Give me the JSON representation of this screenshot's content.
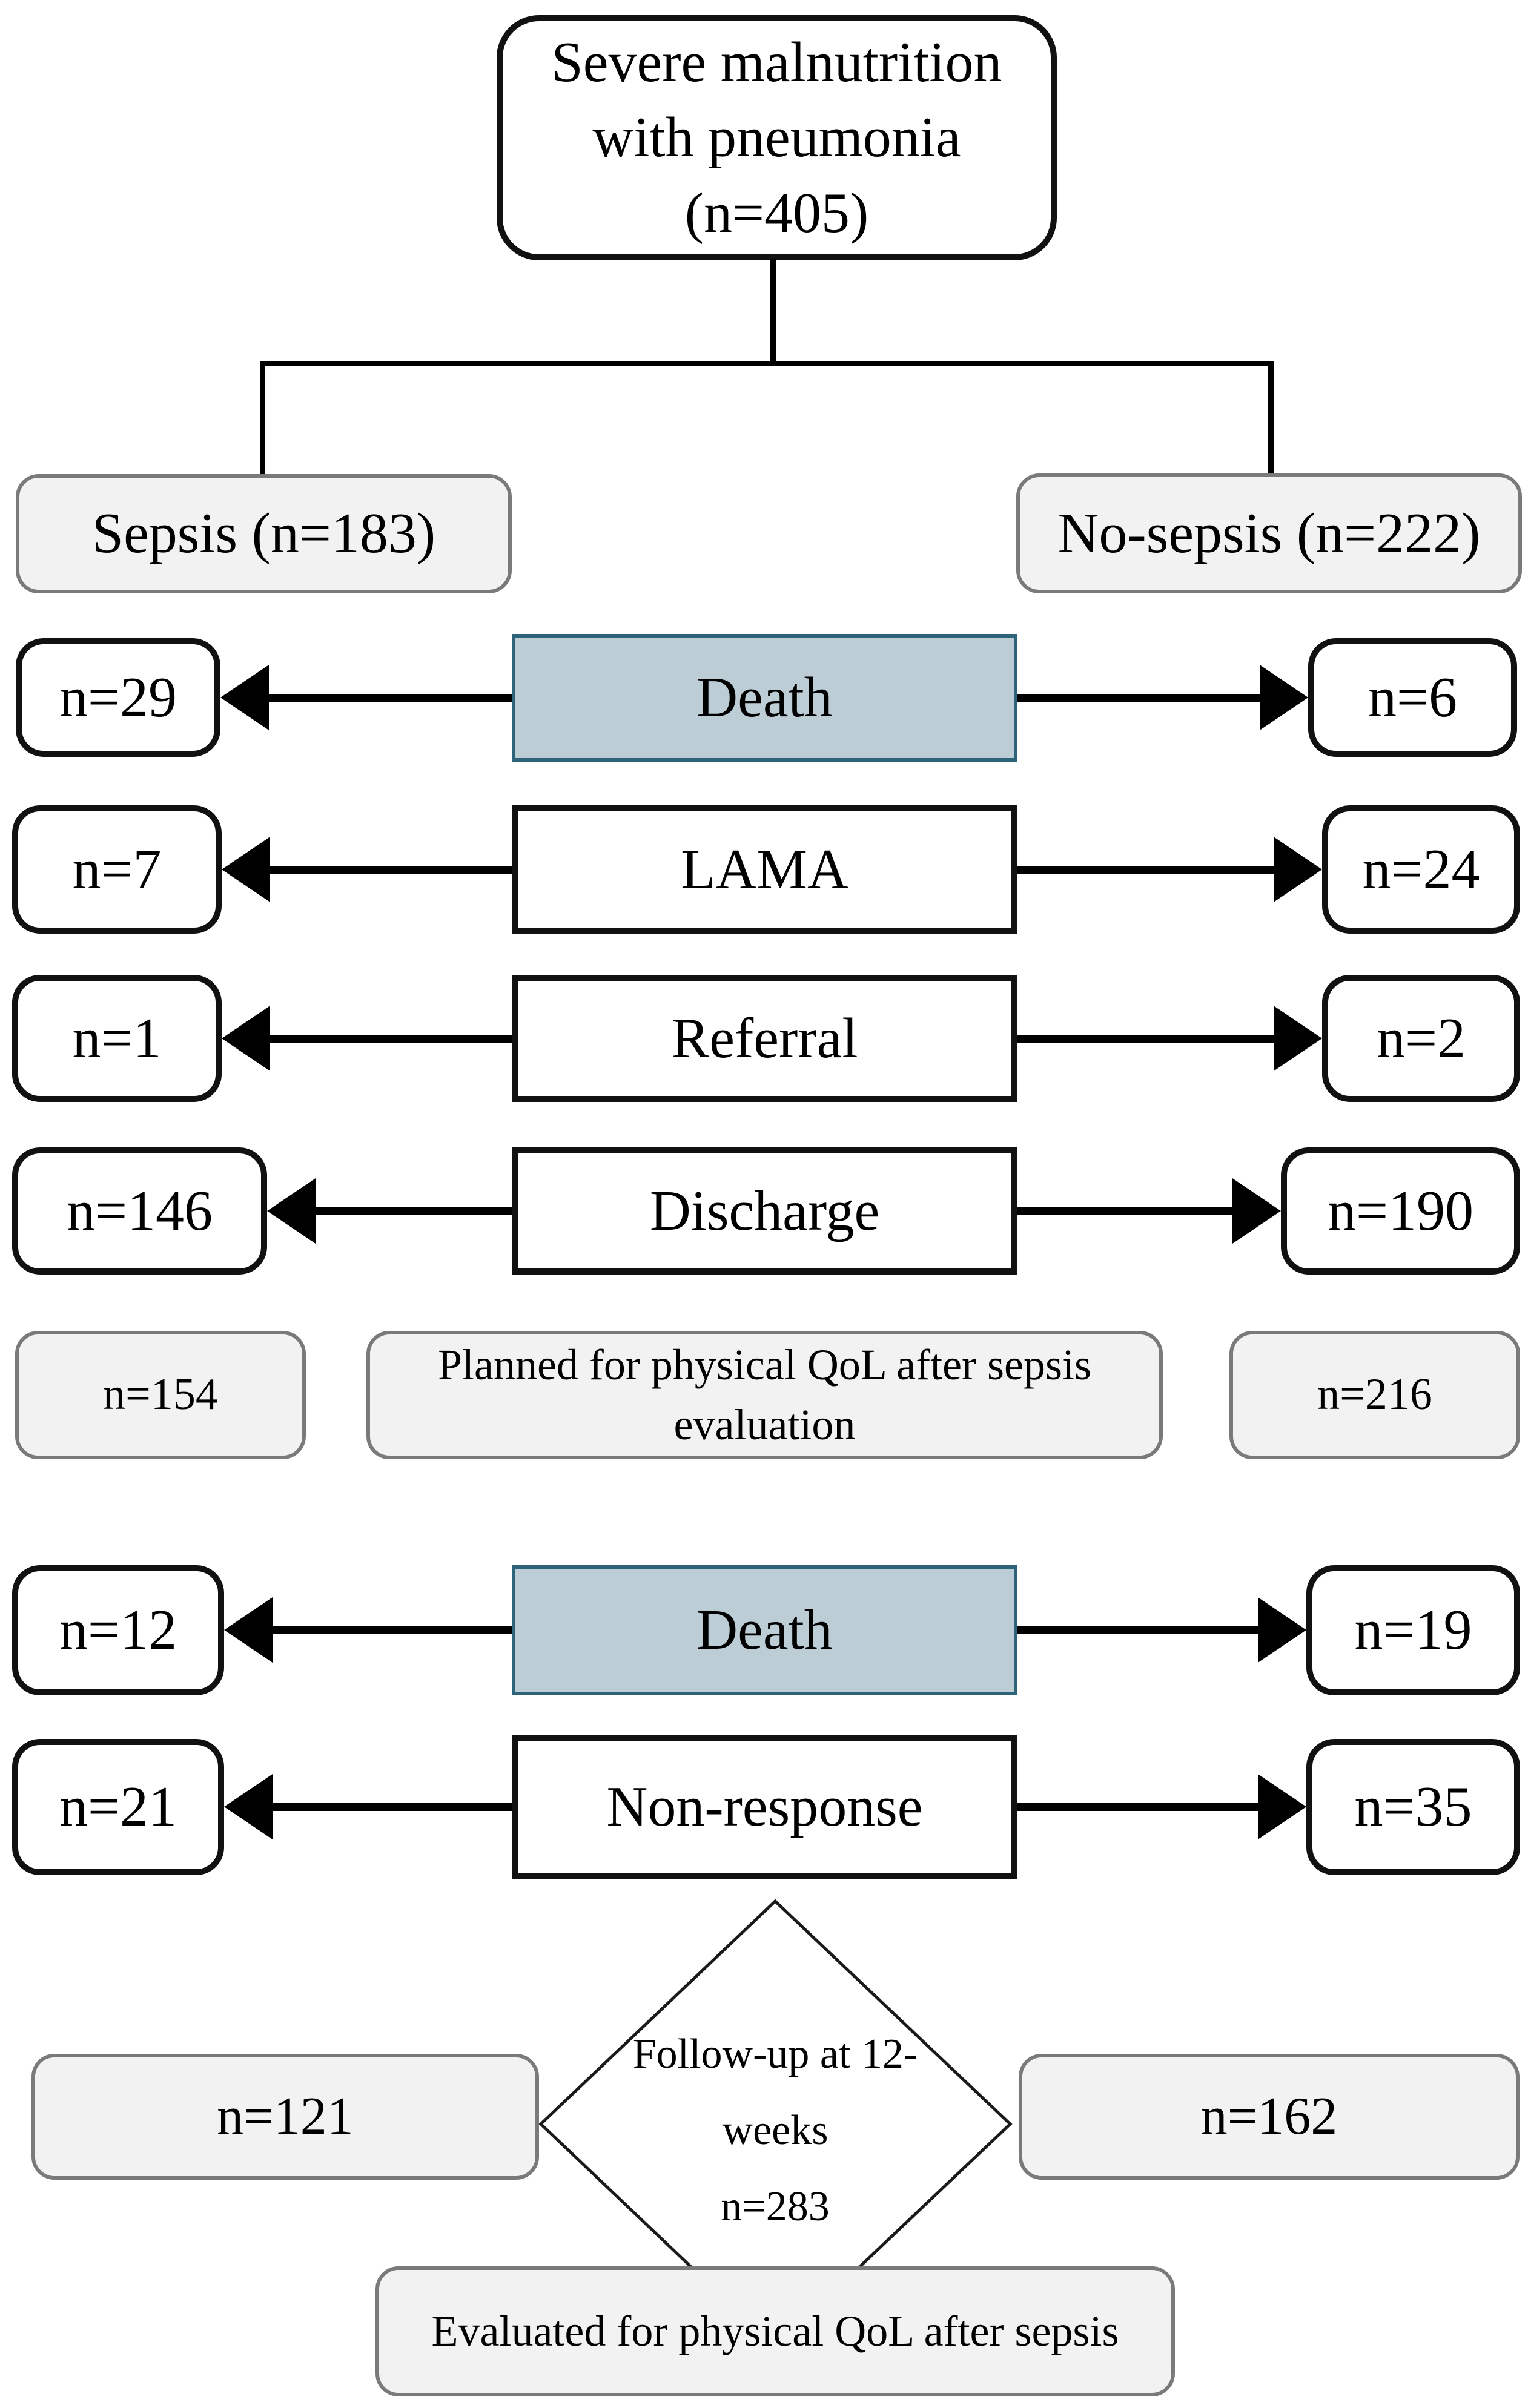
{
  "figure": {
    "root": "Severe malnutrition with pneumonia (n=405)",
    "branch_left": "Sepsis (n=183)",
    "branch_right": "No-sepsis (n=222)"
  },
  "outcome_rows": [
    {
      "left": "n=29",
      "label": "Death",
      "right": "n=6",
      "highlighted": true
    },
    {
      "left": "n=7",
      "label": "LAMA",
      "right": "n=24",
      "highlighted": false
    },
    {
      "left": "n=1",
      "label": "Referral",
      "right": "n=2",
      "highlighted": false
    },
    {
      "left": "n=146",
      "label": "Discharge",
      "right": "n=190",
      "highlighted": false
    }
  ],
  "planned_row": {
    "left": "n=154",
    "label": "Planned for physical QoL after sepsis evaluation",
    "right": "n=216"
  },
  "followup_outcome_rows": [
    {
      "left": "n=12",
      "label": "Death",
      "right": "n=19",
      "highlighted": true
    },
    {
      "left": "n=21",
      "label": "Non-response",
      "right": "n=35",
      "highlighted": false
    }
  ],
  "followup_diamond": {
    "line1": "Follow-up at 12-",
    "line2": "weeks",
    "line3": "n=283",
    "left": "n=121",
    "right": "n=162"
  },
  "evaluated_box": "Evaluated for physical QoL after sepsis",
  "colors": {
    "highlight_fill": "#bccdd6",
    "highlight_border": "#2e6479",
    "muted_fill": "#f2f2f2",
    "muted_border": "#7a7a7a",
    "line": "#000000",
    "text": "#000000"
  }
}
